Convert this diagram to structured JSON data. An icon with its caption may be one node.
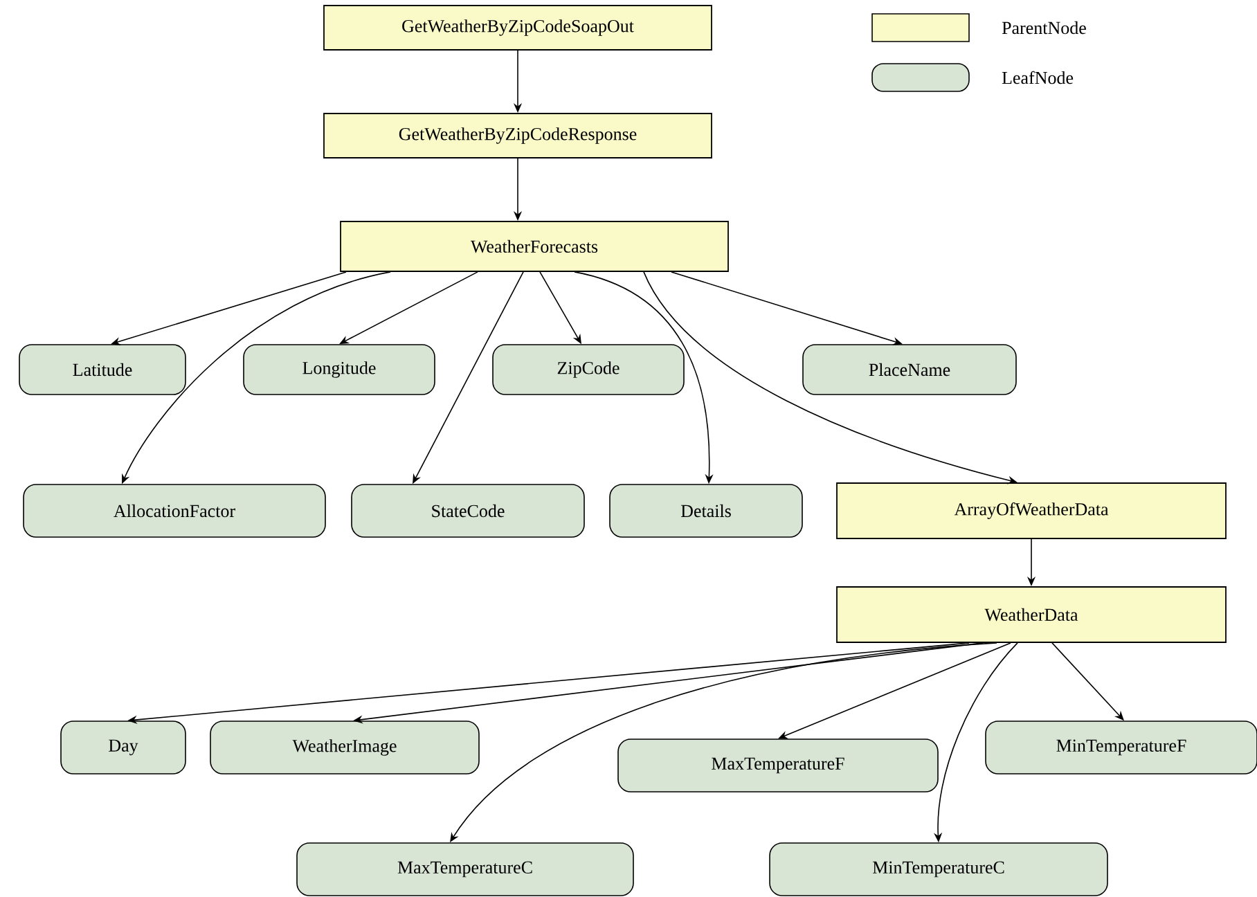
{
  "diagram": {
    "nodes": [
      {
        "text": [
          "GetWeatherByZipCodeSoapOut"
        ]
      },
      {
        "text": [
          "GetWeatherByZipCodeResponse"
        ]
      },
      {
        "text": [
          "WeatherForecasts"
        ]
      },
      {
        "text": [
          "Latitude"
        ]
      },
      {
        "text": [
          "Longitude"
        ]
      },
      {
        "text": [
          "ZipCode"
        ]
      },
      {
        "text": [
          "PlaceName"
        ]
      },
      {
        "text": [
          "AllocationFactor"
        ]
      },
      {
        "text": [
          "StateCode"
        ]
      },
      {
        "text": [
          "Details"
        ]
      },
      {
        "text": [
          "ArrayOfWeatherData"
        ]
      },
      {
        "text": [
          "WeatherData"
        ]
      },
      {
        "text": [
          "Day"
        ]
      },
      {
        "text": [
          "WeatherImage"
        ]
      },
      {
        "text": [
          "MaxTemperatureF"
        ]
      },
      {
        "text": [
          "MinTemperatureF"
        ]
      },
      {
        "text": [
          "MaxTemperatureC"
        ]
      },
      {
        "text": [
          "MinTemperatureC"
        ]
      }
    ],
    "edges": [
      {
        "from": 0,
        "to": 1,
        "arrow": "to"
      },
      {
        "from": 1,
        "to": 2,
        "arrow": "to"
      },
      {
        "from": 2,
        "to": 3,
        "arrow": "to"
      },
      {
        "from": 2,
        "to": 4,
        "arrow": "to"
      },
      {
        "from": 2,
        "to": 5,
        "arrow": "to"
      },
      {
        "from": 2,
        "to": 6,
        "arrow": "to"
      },
      {
        "from": 2,
        "to": 7,
        "arrow": "to"
      },
      {
        "from": 2,
        "to": 8,
        "arrow": "to"
      },
      {
        "from": 2,
        "to": 9,
        "arrow": "to"
      },
      {
        "from": 2,
        "to": 10,
        "arrow": "to"
      },
      {
        "from": 10,
        "to": 11,
        "arrow": "to"
      },
      {
        "from": 11,
        "to": 12,
        "arrow": "to"
      },
      {
        "from": 11,
        "to": 13,
        "arrow": "to"
      },
      {
        "from": 11,
        "to": 14,
        "arrow": "to"
      },
      {
        "from": 11,
        "to": 15,
        "arrow": "to"
      },
      {
        "from": 11,
        "to": 16,
        "arrow": "to"
      },
      {
        "from": 11,
        "to": 17,
        "arrow": "to"
      }
    ],
    "legend": [
      {
        "text": "ParentNode",
        "color": "#fafac8"
      },
      {
        "text": "LeafNode",
        "color": "#d8e4d4"
      }
    ]
  }
}
